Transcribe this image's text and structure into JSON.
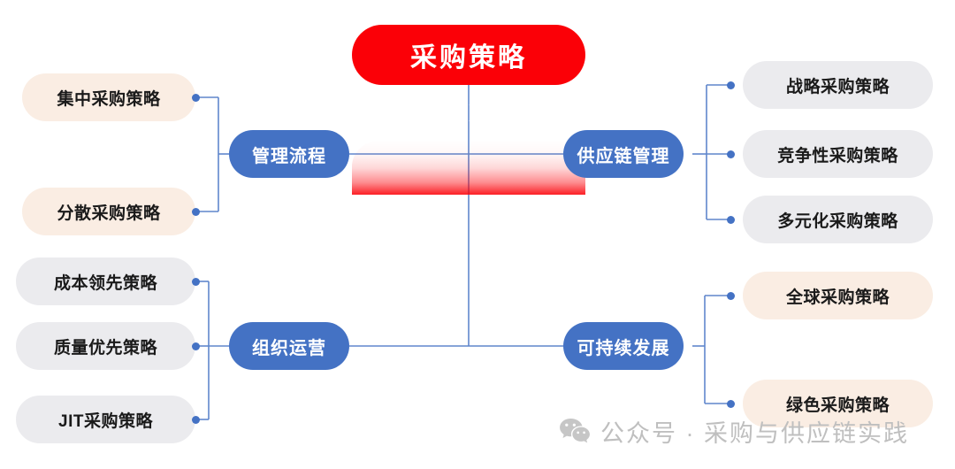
{
  "diagram": {
    "type": "mind-map",
    "title": "采购策略",
    "root": {
      "label": "采购策略",
      "color": "#FB0007"
    },
    "branch_color": "#4472C4",
    "leaf_colors": {
      "cream": "#FAEDE3",
      "gray": "#EBEBEE"
    },
    "connector_color": "#4472C4",
    "branches": [
      {
        "id": "management-process",
        "label": "管理流程",
        "side": "left",
        "leaves": [
          {
            "label": "集中采购策略",
            "style": "cream"
          },
          {
            "label": "分散采购策略",
            "style": "cream"
          }
        ]
      },
      {
        "id": "supply-chain-management",
        "label": "供应链管理",
        "side": "right",
        "leaves": [
          {
            "label": "战略采购策略",
            "style": "gray"
          },
          {
            "label": "竞争性采购策略",
            "style": "gray"
          },
          {
            "label": "多元化采购策略",
            "style": "gray"
          }
        ]
      },
      {
        "id": "organization-operation",
        "label": "组织运营",
        "side": "left",
        "leaves": [
          {
            "label": "成本领先策略",
            "style": "gray"
          },
          {
            "label": "质量优先策略",
            "style": "gray"
          },
          {
            "label": "JIT采购策略",
            "style": "gray"
          }
        ]
      },
      {
        "id": "sustainable-development",
        "label": "可持续发展",
        "side": "right",
        "leaves": [
          {
            "label": "全球采购策略",
            "style": "cream"
          },
          {
            "label": "绿色采购策略",
            "style": "cream"
          }
        ]
      }
    ]
  },
  "watermark": {
    "icon": "wechat-icon",
    "text": "公众号 · 采购与供应链实践",
    "color": "#BFBFBF"
  }
}
